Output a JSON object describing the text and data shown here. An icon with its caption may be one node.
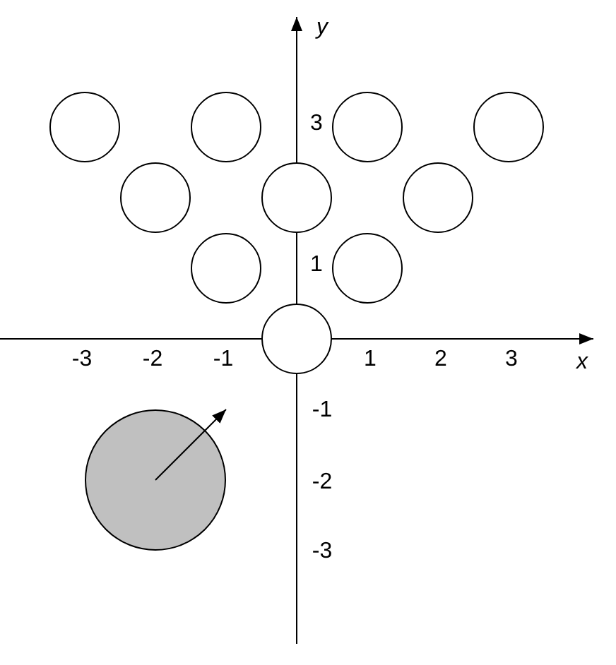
{
  "diagram": {
    "nodes": [
      {
        "text": [],
        "shape": "circle"
      },
      {
        "text": [],
        "shape": "circle"
      },
      {
        "text": [],
        "shape": "circle"
      },
      {
        "text": [],
        "shape": "circle"
      },
      {
        "text": [],
        "shape": "circle"
      },
      {
        "text": [],
        "shape": "circle"
      },
      {
        "text": [],
        "shape": "circle"
      },
      {
        "text": [],
        "shape": "circle"
      },
      {
        "text": [],
        "shape": "circle"
      },
      {
        "text": [],
        "shape": "circle"
      },
      {
        "text": [],
        "shape": "circle"
      }
    ],
    "labels": [
      "y",
      "3",
      "1",
      "-3",
      "-2",
      "-1",
      "1",
      "2",
      "3",
      "x",
      "-1",
      "-2",
      "-3"
    ]
  }
}
